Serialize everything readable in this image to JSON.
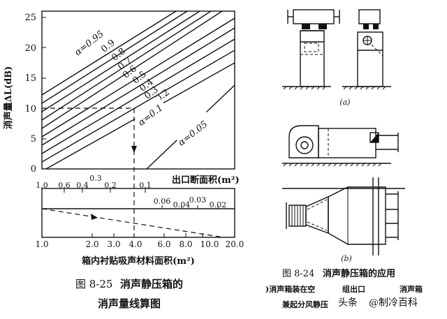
{
  "chart_data": {
    "type": "line",
    "ylabel": "消声量ΔL(dB)",
    "xlabel": "出口断面积(m²)",
    "bottom_axis_label": "箱内衬贴吸声材料面积(m²)",
    "ylim": [
      0,
      26
    ],
    "yticks": [
      "0",
      "5",
      "10",
      "15",
      "20",
      "25"
    ],
    "upper_scale": [
      "1.0",
      "0.6",
      "0.4",
      "0.3",
      "0.2",
      "0.1",
      "0.06",
      "0.04",
      "0.03",
      "0.02"
    ],
    "bottom_ticks": [
      "1.0",
      "2.0",
      "3.0",
      "4.0",
      "6.0",
      "8.0",
      "10.0",
      "20.0"
    ],
    "alpha_labels": [
      "α=0.95",
      "0.9",
      "0.8",
      "0.7",
      "0.6",
      "0.5",
      "0.4",
      "0.3",
      "0.2",
      "α=0.1",
      "α=0.05"
    ],
    "example": {
      "delta_l": 10,
      "area": 4.0
    }
  },
  "caption_left": {
    "fig_no": "图 8-25",
    "line1": "消声静压箱的",
    "line2": "消声量线算图"
  },
  "caption_right": {
    "fig_no": "图 8-24",
    "title": "消声静压箱的应用",
    "line2_a": ")消声箱装在空",
    "line2_b": "组出口",
    "line2_c": "消声箱",
    "line3": "兼起分风静压",
    "label_a": "(a)",
    "label_b": "(b)"
  },
  "watermark": {
    "brand": "头条",
    "account": "@制冷百科"
  }
}
